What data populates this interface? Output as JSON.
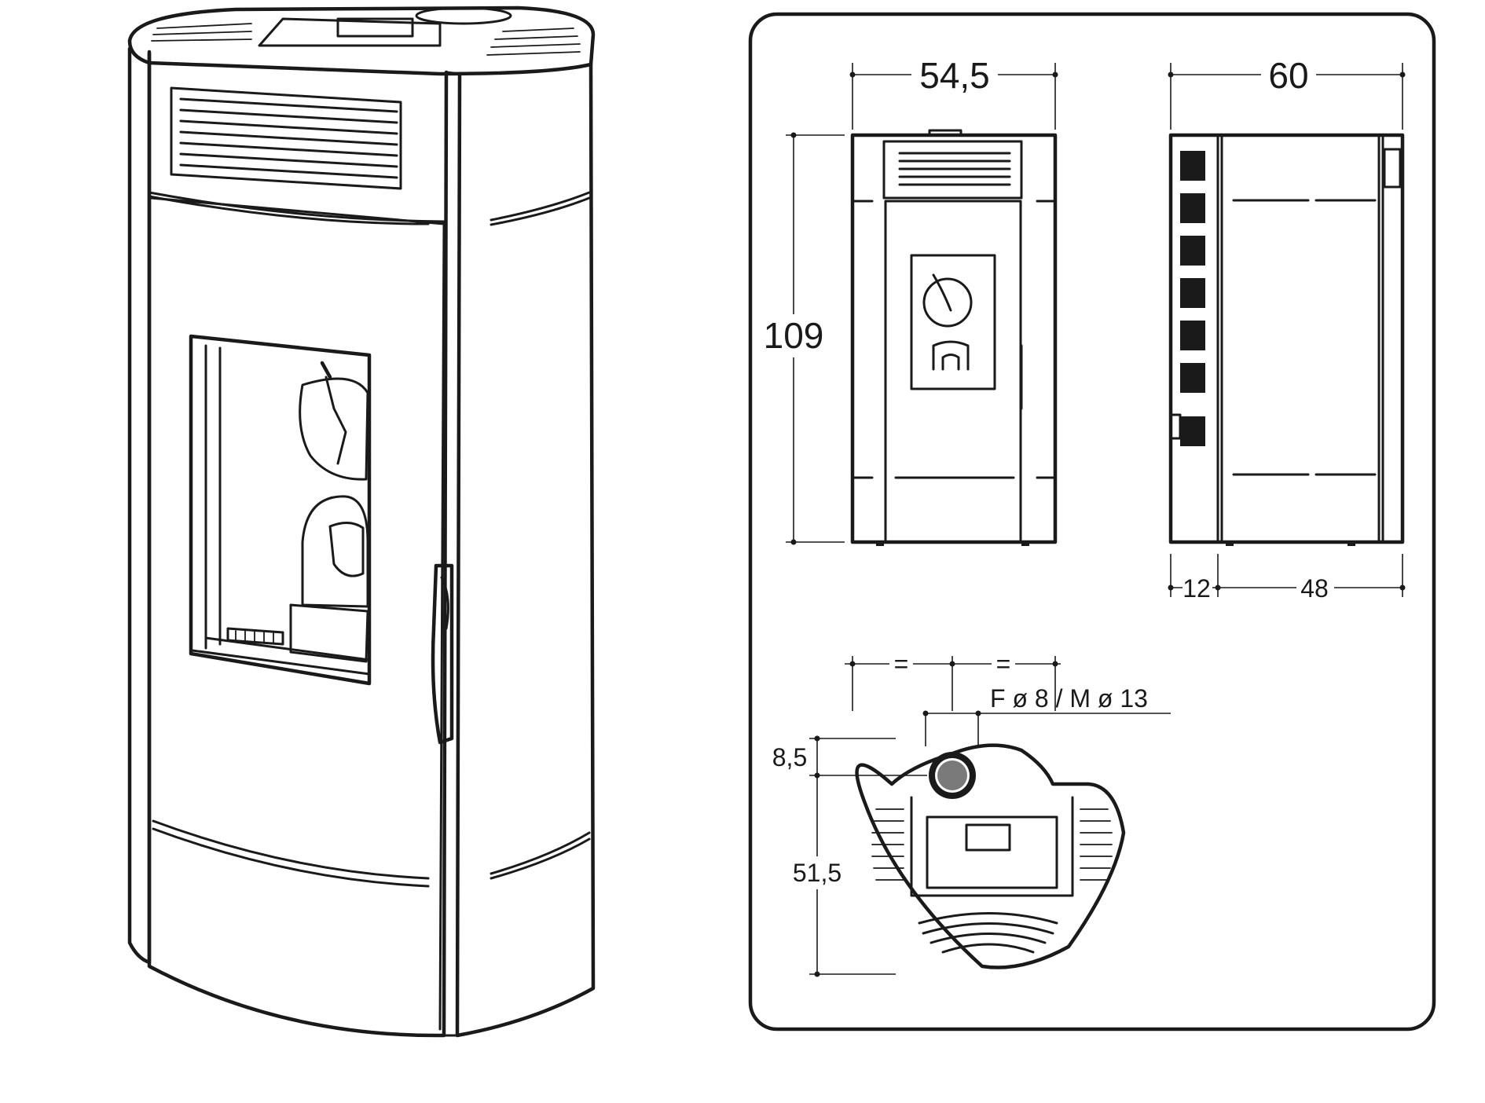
{
  "dimensions": {
    "width_front": "54,5",
    "depth_side": "60",
    "height": "109",
    "side_offset": "12",
    "side_depth": "48",
    "equal_left": "=",
    "equal_right": "=",
    "flue_spec": "F ø 8 / M ø 13",
    "flue_offset": "8,5",
    "flue_depth": "51,5"
  }
}
